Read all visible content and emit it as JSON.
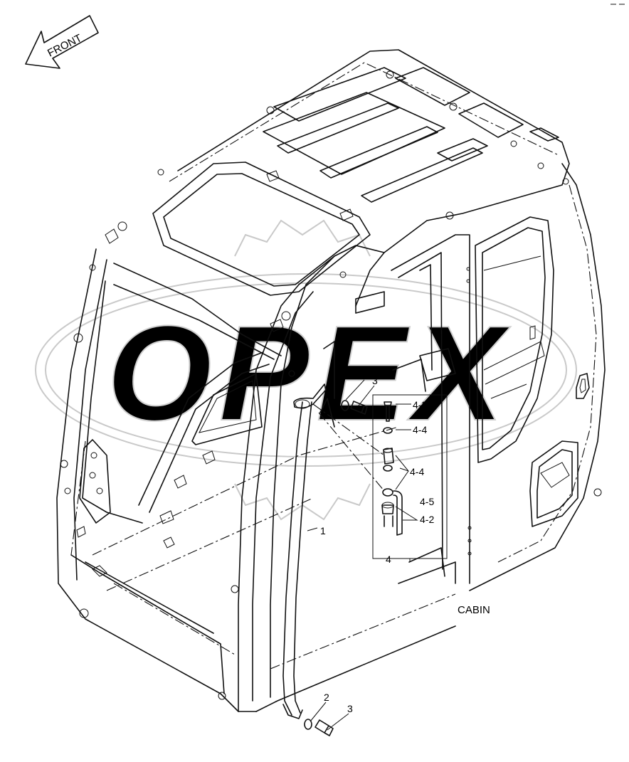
{
  "direction_arrow": {
    "text": "FRONT"
  },
  "watermark": {
    "text": "OPEX"
  },
  "assembly_title": "CABIN",
  "callouts": [
    {
      "id": "c1",
      "text": "1"
    },
    {
      "id": "c2a",
      "text": "2"
    },
    {
      "id": "c3a",
      "text": "3"
    },
    {
      "id": "c43",
      "text": "4-3"
    },
    {
      "id": "c44a",
      "text": "4-4"
    },
    {
      "id": "c44b",
      "text": "4-4"
    },
    {
      "id": "c45",
      "text": "4-5"
    },
    {
      "id": "c42",
      "text": "4-2"
    },
    {
      "id": "c4",
      "text": "4"
    },
    {
      "id": "c2b",
      "text": "2"
    },
    {
      "id": "c3b",
      "text": "3"
    }
  ]
}
